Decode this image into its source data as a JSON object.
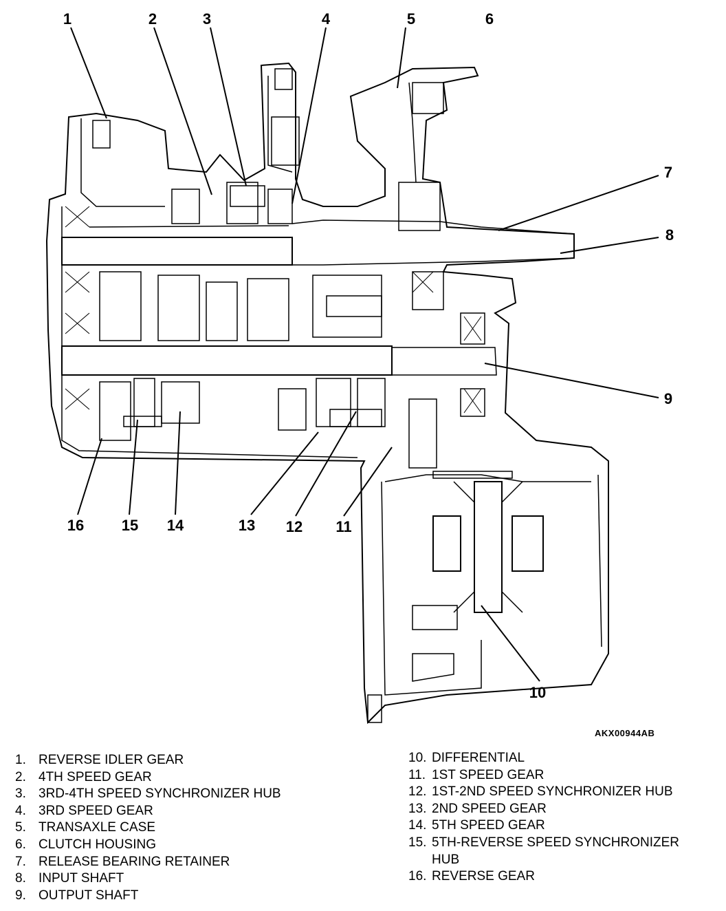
{
  "diagram": {
    "image_code": "AKX00944AB",
    "callouts": [
      {
        "id": "1",
        "label": "1"
      },
      {
        "id": "2",
        "label": "2"
      },
      {
        "id": "3",
        "label": "3"
      },
      {
        "id": "4",
        "label": "4"
      },
      {
        "id": "5",
        "label": "5"
      },
      {
        "id": "6",
        "label": "6"
      },
      {
        "id": "7",
        "label": "7"
      },
      {
        "id": "8",
        "label": "8"
      },
      {
        "id": "9",
        "label": "9"
      },
      {
        "id": "10",
        "label": "10"
      },
      {
        "id": "11",
        "label": "11"
      },
      {
        "id": "12",
        "label": "12"
      },
      {
        "id": "13",
        "label": "13"
      },
      {
        "id": "14",
        "label": "14"
      },
      {
        "id": "15",
        "label": "15"
      },
      {
        "id": "16",
        "label": "16"
      }
    ]
  },
  "legend": {
    "left": [
      {
        "num": "1.",
        "text": "REVERSE IDLER GEAR"
      },
      {
        "num": "2.",
        "text": "4TH SPEED GEAR"
      },
      {
        "num": "3.",
        "text": "3RD-4TH SPEED SYNCHRONIZER HUB"
      },
      {
        "num": "4.",
        "text": "3RD SPEED GEAR"
      },
      {
        "num": "5.",
        "text": "TRANSAXLE CASE"
      },
      {
        "num": "6.",
        "text": "CLUTCH HOUSING"
      },
      {
        "num": "7.",
        "text": "RELEASE BEARING RETAINER"
      },
      {
        "num": "8.",
        "text": "INPUT SHAFT"
      },
      {
        "num": "9.",
        "text": "OUTPUT SHAFT"
      }
    ],
    "right": [
      {
        "num": "10.",
        "text": "DIFFERENTIAL"
      },
      {
        "num": "11.",
        "text": "1ST SPEED GEAR"
      },
      {
        "num": "12.",
        "text": "1ST-2ND SPEED SYNCHRONIZER HUB"
      },
      {
        "num": "13.",
        "text": "2ND SPEED GEAR"
      },
      {
        "num": "14.",
        "text": "5TH SPEED GEAR"
      },
      {
        "num": "15.",
        "text": "5TH-REVERSE SPEED SYNCHRONIZER"
      },
      {
        "num": "",
        "text": "HUB"
      },
      {
        "num": "16.",
        "text": "REVERSE GEAR"
      }
    ]
  }
}
